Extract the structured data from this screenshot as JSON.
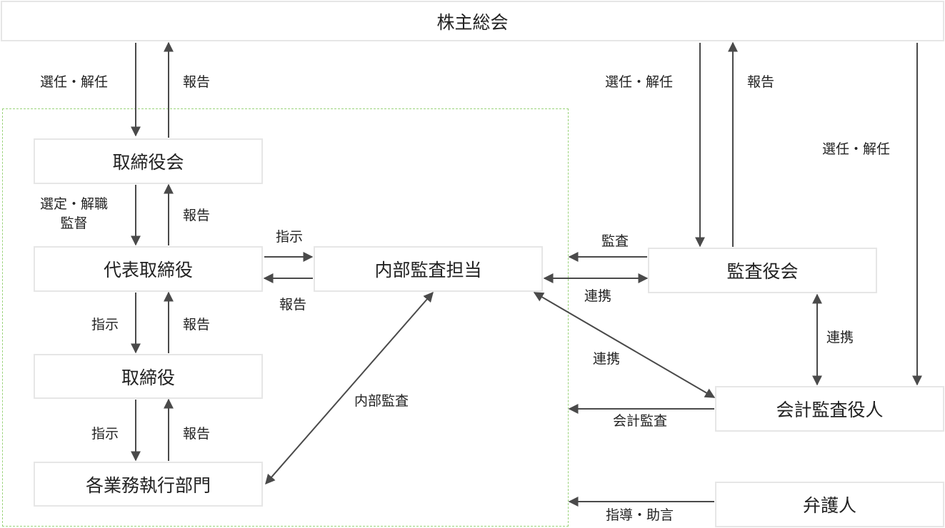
{
  "boxes": {
    "shareholders": "株主総会",
    "board": "取締役会",
    "representative": "代表取締役",
    "director": "取締役",
    "departments": "各業務執行部門",
    "internal_audit": "内部監査担当",
    "audit_board": "監査役会",
    "accounting_auditor": "会計監査役人",
    "lawyer": "弁護人"
  },
  "labels": {
    "elect_board": "選任・解任",
    "report_board": "報告",
    "elect_audit": "選任・解任",
    "report_audit": "報告",
    "elect_accounting": "選任・解任",
    "select_line1": "選定・解職",
    "select_line2": "監督",
    "report_rep": "報告",
    "instruct_rep_dir": "指示",
    "report_dir": "報告",
    "instruct_dir_dept": "指示",
    "report_dept": "報告",
    "instruct_internal": "指示",
    "report_internal": "報告",
    "internal_audit_arrow": "内部監査",
    "audit_arrow": "監査",
    "cooperate_audit_internal": "連携",
    "cooperate_audit_accounting": "連携",
    "cooperate_internal_accounting": "連携",
    "accounting_audit": "会計監査",
    "guidance": "指導・助言"
  },
  "colors": {
    "arrow": "#4a4a4a",
    "box_border": "#e6e6e6",
    "frame": "#9ad37a"
  }
}
